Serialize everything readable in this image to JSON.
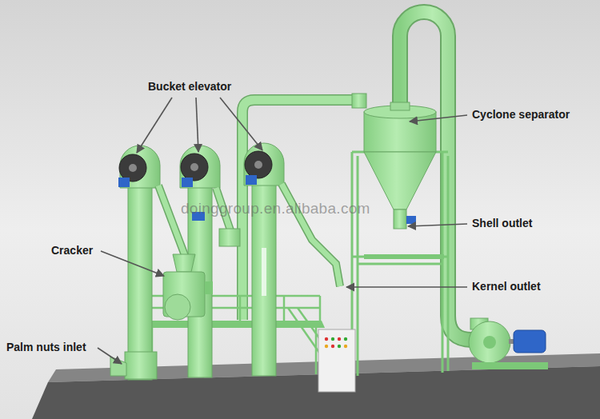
{
  "diagram": {
    "labels": [
      "Bucket elevator",
      "Cyclone separator",
      "Cracker",
      "Shell outlet",
      "Kernel outlet",
      "Palm nuts inlet",
      "doinggroup.en.alibaba.com"
    ]
  }
}
